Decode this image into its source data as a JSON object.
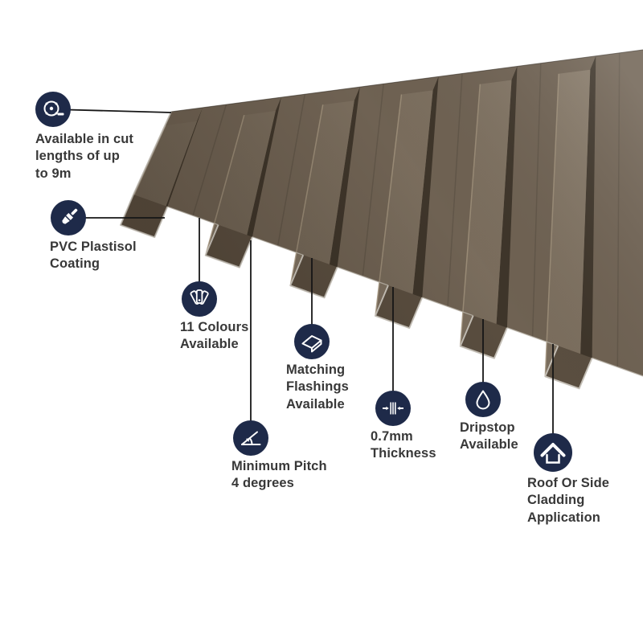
{
  "page": {
    "background": "#ffffff"
  },
  "illustration": {
    "name": "box-profile-roofing-sheet",
    "colors": {
      "valley": "#6f6253",
      "rib_top": "#7a6d5d",
      "rib_shadow_side": "#3e352a",
      "rib_front_face": "#5a4e40",
      "cut_edge": "#c4bfb6",
      "icon_circle": "#1e2a49",
      "leader_line": "#161616",
      "label_text": "#383838"
    }
  },
  "features": [
    {
      "icon": "tape-measure-icon",
      "label": "Available in cut\nlengths of up\nto 9m"
    },
    {
      "icon": "paint-brush-icon",
      "label": "PVC Plastisol\nCoating"
    },
    {
      "icon": "colour-swatches-icon",
      "label": "11 Colours\nAvailable"
    },
    {
      "icon": "pitch-angle-icon",
      "label": "Minimum Pitch\n4 degrees"
    },
    {
      "icon": "flashing-icon",
      "label": "Matching\nFlashings\nAvailable"
    },
    {
      "icon": "thickness-icon",
      "label": "0.7mm\nThickness"
    },
    {
      "icon": "droplet-icon",
      "label": "Dripstop\nAvailable"
    },
    {
      "icon": "house-icon",
      "label": "Roof Or Side\nCladding\nApplication"
    }
  ]
}
